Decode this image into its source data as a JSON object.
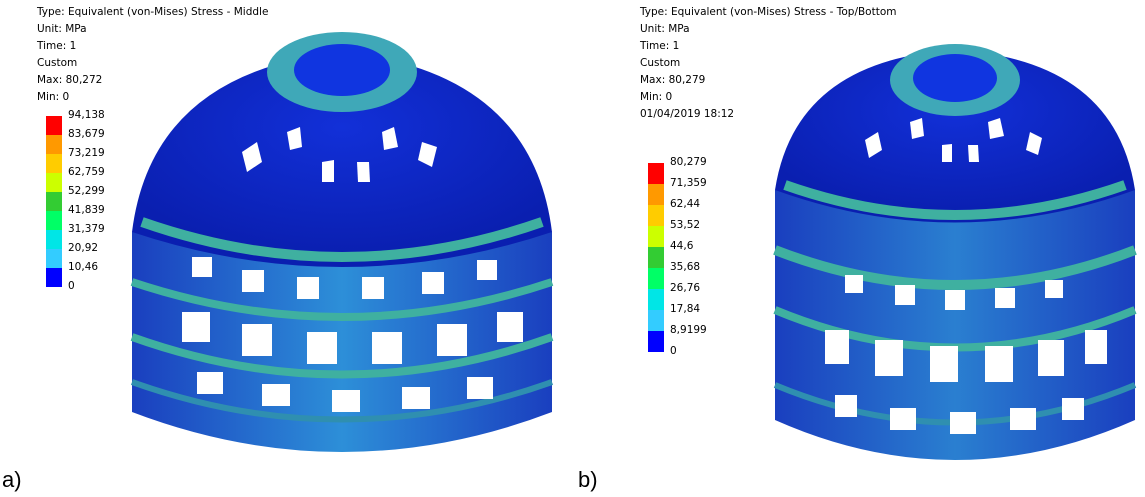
{
  "panels": [
    {
      "caption": "a)",
      "info": [
        "Type: Equivalent (von-Mises) Stress - Middle",
        "Unit: MPa",
        "Time: 1",
        "Custom",
        "Max: 80,272",
        "Min: 0"
      ],
      "legend": {
        "labels": [
          "94,138",
          "83,679",
          "73,219",
          "62,759",
          "52,299",
          "41,839",
          "31,379",
          "20,92",
          "10,46",
          "0"
        ],
        "colors": [
          "#ff0000",
          "#ff9900",
          "#ffcc00",
          "#ccff00",
          "#33cc33",
          "#00ff66",
          "#00e6e6",
          "#33ccff",
          "#1a66ff",
          "#0000ff"
        ]
      }
    },
    {
      "caption": "b)",
      "info": [
        "Type: Equivalent (von-Mises) Stress - Top/Bottom",
        "Unit: MPa",
        "Time: 1",
        "Custom",
        "Max: 80,279",
        "Min: 0",
        "01/04/2019 18:12"
      ],
      "legend": {
        "labels": [
          "80,279",
          "71,359",
          "62,44",
          "53,52",
          "44,6",
          "35,68",
          "26,76",
          "17,84",
          "8,9199",
          "0"
        ],
        "colors": [
          "#ff0000",
          "#ff9900",
          "#ffcc00",
          "#ccff00",
          "#33cc33",
          "#00ff66",
          "#00e6e6",
          "#33ccff",
          "#1a66ff",
          "#0000ff"
        ]
      }
    }
  ]
}
